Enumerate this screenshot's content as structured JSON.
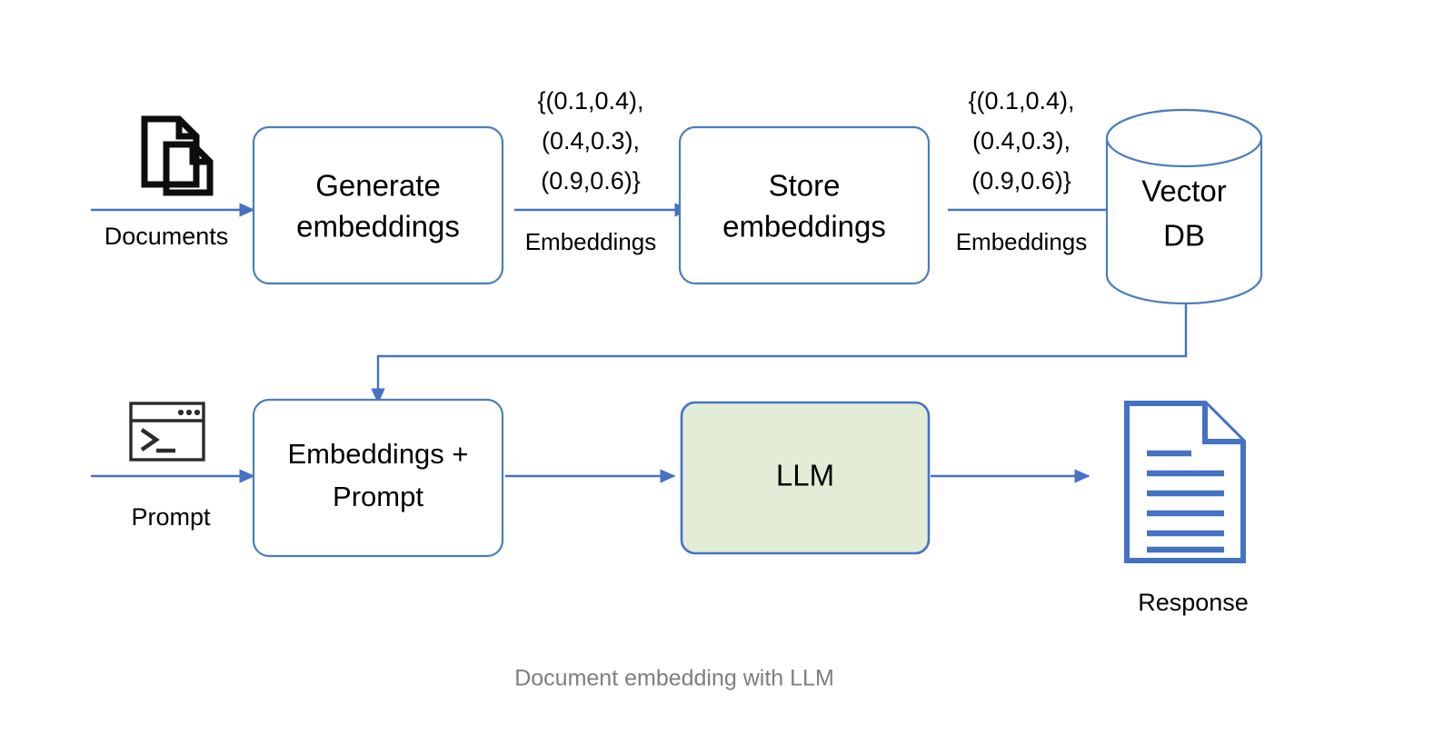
{
  "diagram": {
    "caption": "Document embedding with LLM",
    "colors": {
      "flow_blue": "#4472c4",
      "box_border": "#4a7ebb",
      "llm_fill": "#e3ecd6",
      "icon_black": "#0d0d0d",
      "caption_gray": "#7b7f85",
      "background": "#ffffff"
    },
    "sources": [
      {
        "id": "documents",
        "icon": "documents-stack-icon",
        "label": "Documents"
      },
      {
        "id": "prompt",
        "icon": "terminal-prompt-icon",
        "label": "Prompt"
      }
    ],
    "outputs": [
      {
        "id": "response",
        "icon": "response-document-icon",
        "label": "Response"
      }
    ],
    "nodes": [
      {
        "id": "generate-embeddings",
        "line1": "Generate",
        "line2": "embeddings",
        "shape": "rounded-rect",
        "fill": "white"
      },
      {
        "id": "store-embeddings",
        "line1": "Store",
        "line2": "embeddings",
        "shape": "rounded-rect",
        "fill": "white"
      },
      {
        "id": "vector-db",
        "line1": "Vector",
        "line2": "DB",
        "shape": "cylinder",
        "fill": "white"
      },
      {
        "id": "embeddings-prompt",
        "line1": "Embeddings +",
        "line2": "Prompt",
        "shape": "rounded-rect",
        "fill": "white"
      },
      {
        "id": "llm",
        "line1": "LLM",
        "line2": "",
        "shape": "rounded-rect",
        "fill": "green"
      }
    ],
    "edges": [
      {
        "id": "documents-to-generate",
        "from": "documents",
        "to": "generate-embeddings",
        "vector_label": "",
        "label": ""
      },
      {
        "id": "generate-to-store",
        "from": "generate-embeddings",
        "to": "store-embeddings",
        "vector_label_lines": [
          "{(0.1,0.4),",
          "(0.4,0.3),",
          "(0.9,0.6)}"
        ],
        "label": "Embeddings"
      },
      {
        "id": "store-to-vectordb",
        "from": "store-embeddings",
        "to": "vector-db",
        "vector_label_lines": [
          "{(0.1,0.4),",
          "(0.4,0.3),",
          "(0.9,0.6)}"
        ],
        "label": "Embeddings"
      },
      {
        "id": "vectordb-to-embeddings-prompt",
        "from": "vector-db",
        "to": "embeddings-prompt",
        "label": ""
      },
      {
        "id": "prompt-to-embeddings-prompt",
        "from": "prompt",
        "to": "embeddings-prompt",
        "label": ""
      },
      {
        "id": "embeddings-prompt-to-llm",
        "from": "embeddings-prompt",
        "to": "llm",
        "label": ""
      },
      {
        "id": "llm-to-response",
        "from": "llm",
        "to": "response",
        "label": ""
      }
    ],
    "vector_values": [
      [
        0.1,
        0.4
      ],
      [
        0.4,
        0.3
      ],
      [
        0.9,
        0.6
      ]
    ]
  }
}
